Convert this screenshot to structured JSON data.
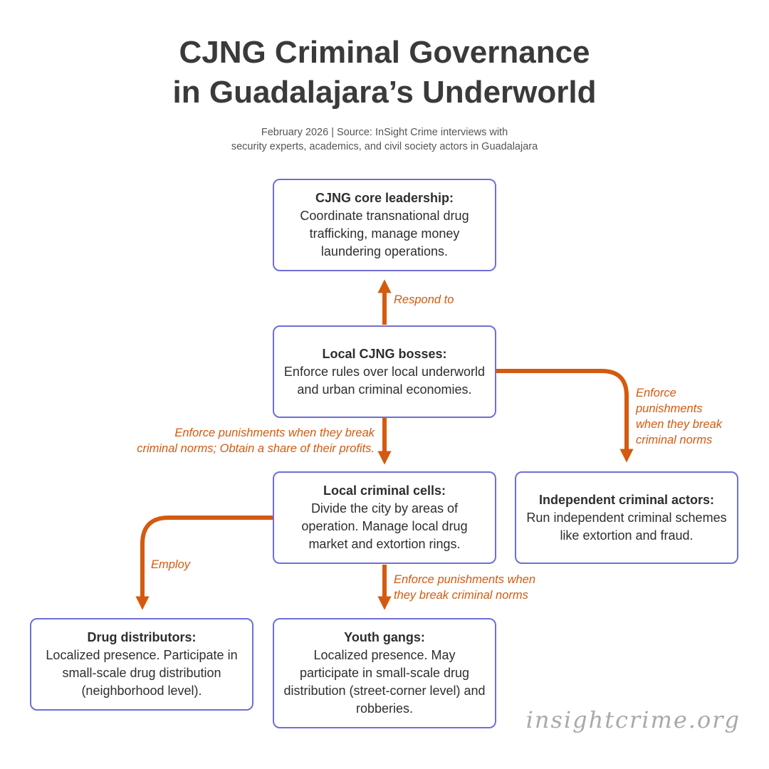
{
  "title": {
    "line1": "CJNG Criminal Governance",
    "line2": "in Guadalajara’s  Underworld"
  },
  "subtitle": {
    "line1": "February 2026 | Source: InSight Crime interviews with",
    "line2": "security experts, academics, and civil society actors in Guadalajara"
  },
  "nodes": {
    "core": {
      "title": "CJNG core leadership:",
      "desc": "Coordinate transnational drug trafficking, manage money laundering operations."
    },
    "bosses": {
      "title": "Local CJNG bosses:",
      "desc": "Enforce rules over local underworld and urban criminal economies."
    },
    "cells": {
      "title": "Local criminal cells:",
      "desc": "Divide the city by areas of operation. Manage  local drug market and extortion rings."
    },
    "independent": {
      "title": "Independent criminal actors:",
      "desc": "Run independent criminal schemes like extortion and fraud."
    },
    "distributors": {
      "title": "Drug distributors:",
      "desc": "Localized presence. Participate in small-scale drug distribution (neighborhood level)."
    },
    "youth": {
      "title": "Youth gangs:",
      "desc": "Localized presence. May participate in small-scale drug distribution (street-corner level) and robberies."
    }
  },
  "edges": {
    "respond": [
      "Respond to"
    ],
    "independent": [
      "Enforce",
      "punishments",
      "when they break",
      "criminal norms"
    ],
    "cells": [
      "Enforce punishments when they break",
      "criminal norms; Obtain a share of their profits."
    ],
    "employ": [
      "Employ"
    ],
    "youth": [
      "Enforce punishments when",
      "they break criminal norms"
    ]
  },
  "watermark": "insightcrime.org",
  "colors": {
    "box_border": "#6e6fd6",
    "arrow": "#d35a10",
    "title_text": "#3a3a3a",
    "watermark": "#a9a9a9"
  }
}
